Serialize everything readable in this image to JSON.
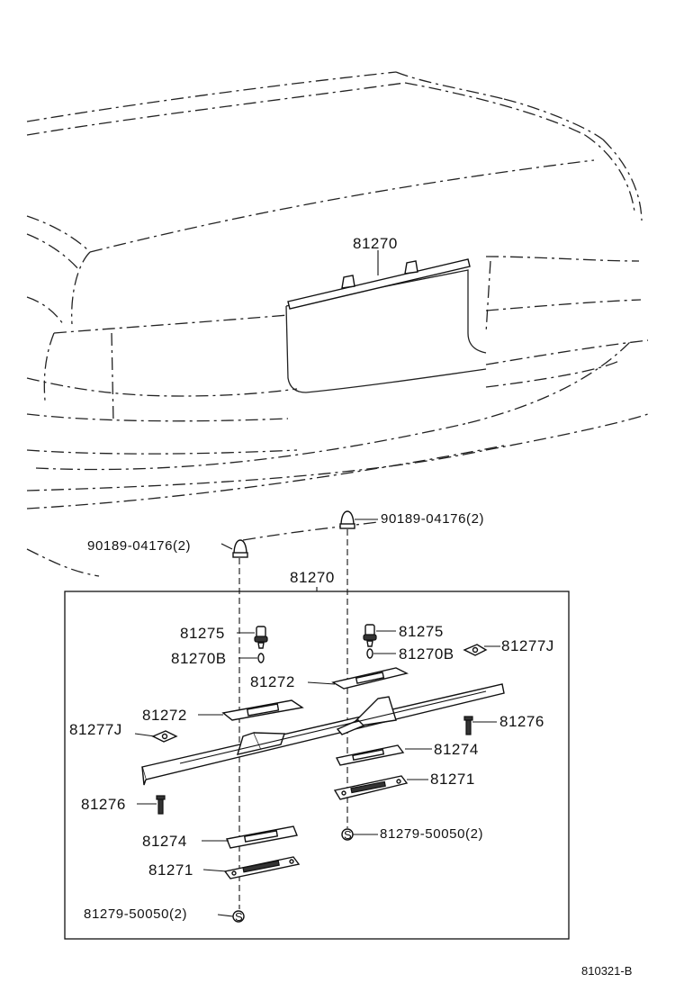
{
  "diagram": {
    "callouts": {
      "assembly_top": "81270",
      "assembly_box": "81270",
      "nut_left": "90189-04176(2)",
      "nut_right": "90189-04176(2)",
      "socket_left": "81275",
      "socket_right": "81275",
      "bulb_left": "81270B",
      "bulb_right": "81270B",
      "clip_left": "81277J",
      "clip_right": "81277J",
      "gasket_left": "81272",
      "gasket_right": "81272",
      "screw_left": "81276",
      "screw_right": "81276",
      "lens_left": "81274",
      "lens_right": "81274",
      "cover_left": "81271",
      "cover_right": "81271",
      "screw_s_left": "81279-50050(2)",
      "screw_s_right": "81279-50050(2)",
      "s_mark_left": "S",
      "s_mark_right": "S"
    },
    "reference_code": "810321-B"
  }
}
